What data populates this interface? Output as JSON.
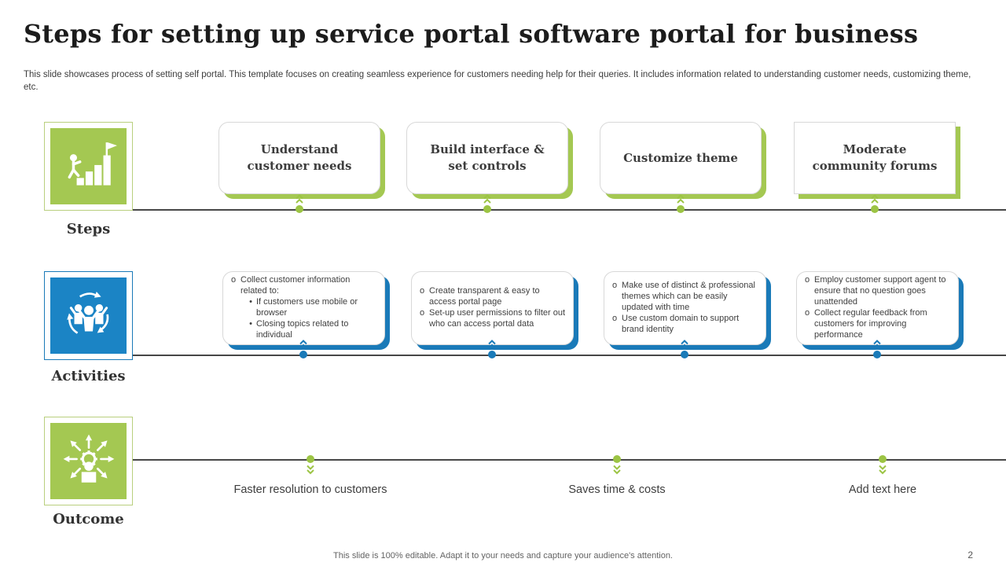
{
  "slide": {
    "title": "Steps for setting up service portal software portal for business",
    "subtitle": "This slide showcases process of setting self portal. This template focuses on creating seamless experience for customers needing help for their queries. It includes information related to understanding customer needs, customizing theme, etc.",
    "footer": "This slide is 100% editable. Adapt it to your needs and capture your audience's attention.",
    "page_number": "2"
  },
  "colors": {
    "accent_green": "#a4c852",
    "accent_blue": "#1b84c5",
    "shadow_blue": "#1a7ab8",
    "timeline": "#474747"
  },
  "markers": {
    "level1": "o",
    "level2": "•"
  },
  "steps_row": {
    "label": "Steps",
    "icon": "climb-stairs-flag-icon",
    "boxes": [
      {
        "title": "Understand customer needs"
      },
      {
        "title": "Build interface & set controls"
      },
      {
        "title": "Customize theme"
      },
      {
        "title": "Moderate community forums"
      }
    ]
  },
  "activities_row": {
    "label": "Activities",
    "icon": "people-cycle-icon",
    "boxes": [
      {
        "items": [
          {
            "text": "Collect customer information related to:",
            "sub": [
              "If customers use mobile or browser",
              "Closing topics related to individual"
            ]
          }
        ]
      },
      {
        "items": [
          {
            "text": "Create transparent & easy to access portal page"
          },
          {
            "text": "Set-up user permissions to filter out who can access portal data"
          }
        ]
      },
      {
        "items": [
          {
            "text": "Make use of distinct & professional themes which can be easily updated with time"
          },
          {
            "text": "Use custom domain to support brand identity"
          }
        ]
      },
      {
        "items": [
          {
            "text": "Employ customer support agent to ensure that no question goes unattended"
          },
          {
            "text": "Collect regular feedback from customers for improving performance"
          }
        ]
      }
    ]
  },
  "outcome_row": {
    "label": "Outcome",
    "icon": "person-gear-arrows-icon",
    "items": [
      "Faster resolution to customers",
      "Saves time & costs",
      "Add text here"
    ]
  }
}
